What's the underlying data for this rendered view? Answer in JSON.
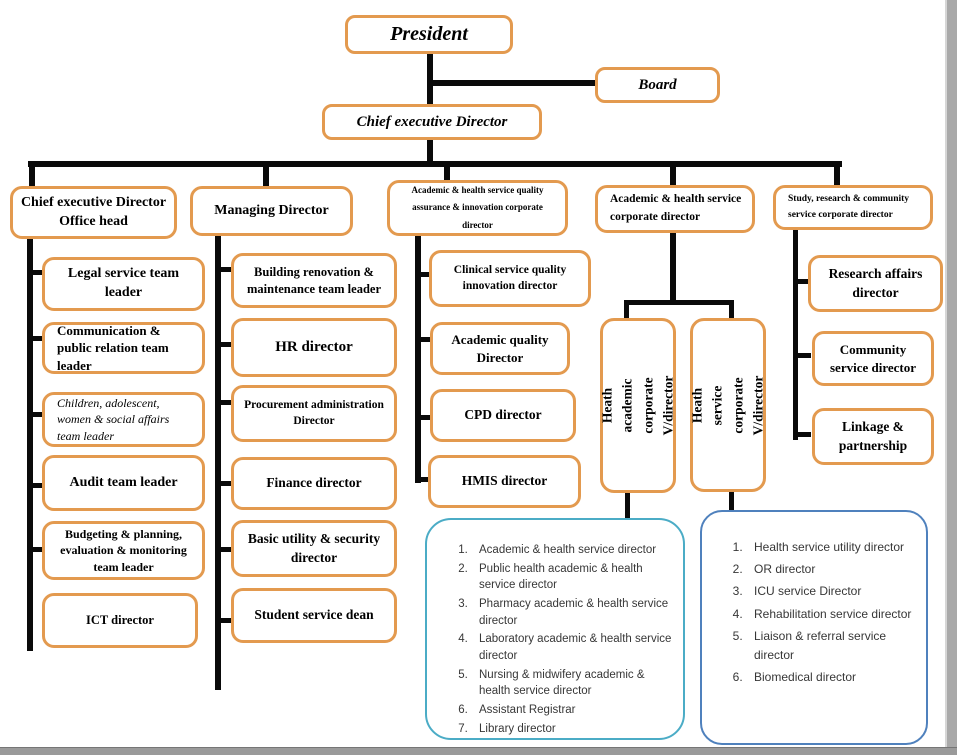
{
  "diagram": {
    "type": "organizational-chart",
    "top": {
      "president": "President",
      "board": "Board",
      "chief_executive": "Chief executive Director"
    },
    "branches": [
      {
        "header": "Chief executive Director Office head",
        "children": [
          "Legal service team leader",
          "Communication & public relation team leader",
          "Children, adolescent, women & social affairs team leader",
          "Audit team leader",
          "Budgeting & planning, evaluation & monitoring team leader",
          "ICT director"
        ]
      },
      {
        "header": "Managing Director",
        "children": [
          "Building renovation & maintenance team leader",
          "HR director",
          "Procurement administration Director",
          "Finance director",
          "Basic utility & security director",
          "Student service dean"
        ]
      },
      {
        "header": "Academic & health service quality assurance & innovation corporate director",
        "children": [
          "Clinical service quality innovation director",
          "Academic quality Director",
          "CPD director",
          "HMIS director"
        ]
      },
      {
        "header": "Academic & health service corporate director",
        "children": [
          "Heath academic corporate V/director",
          "Heath service corporate V/director"
        ]
      },
      {
        "header": "Study, research & community service corporate director",
        "children": [
          "Research affairs director",
          "Community service director",
          "Linkage & partnership"
        ]
      }
    ],
    "lists": [
      {
        "under": "Heath academic corporate V/director",
        "items": [
          "Academic & health service director",
          "Public health academic  & health service director",
          "Pharmacy academic & health service director",
          "Laboratory academic & health service director",
          "Nursing & midwifery academic & health service director",
          "Assistant Registrar",
          "Library director"
        ]
      },
      {
        "under": "Heath service corporate V/director",
        "items": [
          "Health service utility director",
          "OR director",
          "ICU service Director",
          "Rehabilitation service director",
          "Liaison & referral service director",
          "Biomedical director"
        ]
      }
    ],
    "colors": {
      "box_border": "#e39a4f",
      "connector": "#0a0a0a",
      "list1_border": "#4bacc6",
      "list2_border": "#4f81bd",
      "window_edge": "#a9a9a9"
    }
  }
}
